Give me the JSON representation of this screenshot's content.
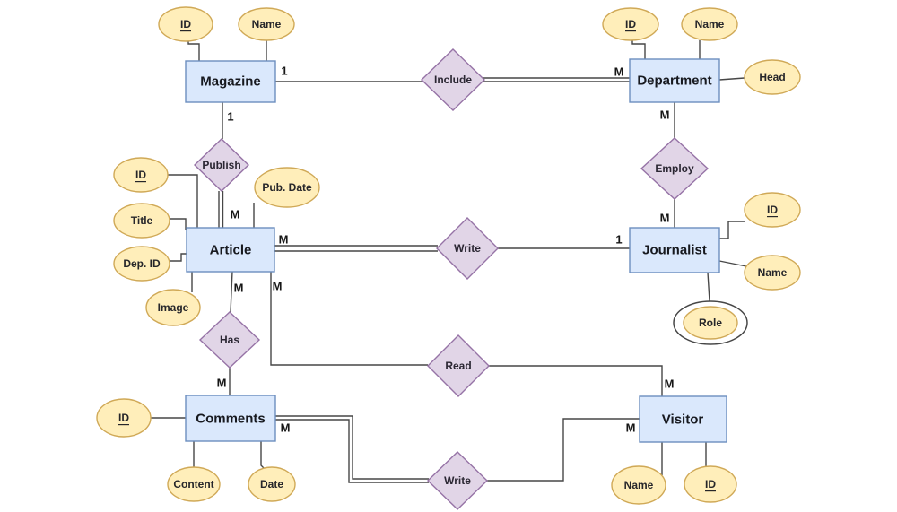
{
  "colors": {
    "background": "#ffffff",
    "entity_fill": "#dae8fc",
    "entity_stroke": "#6c8ebf",
    "relationship_fill": "#e1d5e7",
    "relationship_stroke": "#9673a6",
    "attribute_fill": "#ffeeba",
    "attribute_stroke": "#d0a957",
    "connector_line": "#474747",
    "text": "#1f1f1f"
  },
  "entities": [
    {
      "id": "magazine",
      "label": "Magazine"
    },
    {
      "id": "department",
      "label": "Department"
    },
    {
      "id": "article",
      "label": "Article"
    },
    {
      "id": "journalist",
      "label": "Journalist"
    },
    {
      "id": "comments",
      "label": "Comments"
    },
    {
      "id": "visitor",
      "label": "Visitor"
    }
  ],
  "relationships": [
    {
      "id": "include",
      "label": "Include",
      "between": [
        "Magazine",
        "Department"
      ],
      "cardinality": "1:M",
      "total_participation_side": "Department"
    },
    {
      "id": "publish",
      "label": "Publish",
      "between": [
        "Magazine",
        "Article"
      ],
      "cardinality": "1:M",
      "total_participation_side": "Article"
    },
    {
      "id": "employ",
      "label": "Employ",
      "between": [
        "Department",
        "Journalist"
      ],
      "cardinality": "M:M",
      "total_participation_side": null
    },
    {
      "id": "write-article",
      "label": "Write",
      "between": [
        "Article",
        "Journalist"
      ],
      "cardinality": "M:1",
      "total_participation_side": "Article"
    },
    {
      "id": "has",
      "label": "Has",
      "between": [
        "Article",
        "Comments"
      ],
      "cardinality": "M:M",
      "total_participation_side": null
    },
    {
      "id": "read",
      "label": "Read",
      "between": [
        "Article",
        "Visitor"
      ],
      "cardinality": "M:M",
      "total_participation_side": null
    },
    {
      "id": "write-comment",
      "label": "Write",
      "between": [
        "Comments",
        "Visitor"
      ],
      "cardinality": "M:M",
      "total_participation_side": "Comments"
    }
  ],
  "attributes": [
    {
      "id": "magazine-id",
      "entity": "Magazine",
      "label": "ID",
      "key": true
    },
    {
      "id": "magazine-name",
      "entity": "Magazine",
      "label": "Name"
    },
    {
      "id": "department-id",
      "entity": "Department",
      "label": "ID",
      "key": true
    },
    {
      "id": "department-name",
      "entity": "Department",
      "label": "Name"
    },
    {
      "id": "department-head",
      "entity": "Department",
      "label": "Head"
    },
    {
      "id": "article-id",
      "entity": "Article",
      "label": "ID",
      "key": true
    },
    {
      "id": "article-title",
      "entity": "Article",
      "label": "Title"
    },
    {
      "id": "article-depid",
      "entity": "Article",
      "label": "Dep. ID"
    },
    {
      "id": "article-image",
      "entity": "Article",
      "label": "Image"
    },
    {
      "id": "article-pubdate",
      "entity": "Article",
      "label": "Pub. Date"
    },
    {
      "id": "journalist-id",
      "entity": "Journalist",
      "label": "ID",
      "key": true
    },
    {
      "id": "journalist-name",
      "entity": "Journalist",
      "label": "Name"
    },
    {
      "id": "journalist-role",
      "entity": "Journalist",
      "label": "Role",
      "multivalued": true
    },
    {
      "id": "comments-id",
      "entity": "Comments",
      "label": "ID",
      "key": true
    },
    {
      "id": "comments-content",
      "entity": "Comments",
      "label": "Content"
    },
    {
      "id": "comments-date",
      "entity": "Comments",
      "label": "Date"
    },
    {
      "id": "visitor-name",
      "entity": "Visitor",
      "label": "Name"
    },
    {
      "id": "visitor-id",
      "entity": "Visitor",
      "label": "ID",
      "key": true
    }
  ],
  "cardinality_labels": [
    {
      "edge": "Magazine-Include",
      "text": "1"
    },
    {
      "edge": "Include-Department",
      "text": "M"
    },
    {
      "edge": "Magazine-Publish",
      "text": "1"
    },
    {
      "edge": "Publish-Article",
      "text": "M"
    },
    {
      "edge": "Department-Employ",
      "text": "M"
    },
    {
      "edge": "Employ-Journalist",
      "text": "M"
    },
    {
      "edge": "Article-Write",
      "text": "M"
    },
    {
      "edge": "Write-Journalist",
      "text": "1"
    },
    {
      "edge": "Article-Has",
      "text": "M"
    },
    {
      "edge": "Article-Read",
      "text": "M"
    },
    {
      "edge": "Has-Comments",
      "text": "M"
    },
    {
      "edge": "Read-Visitor",
      "text": "M"
    },
    {
      "edge": "Comments-Write",
      "text": "M"
    },
    {
      "edge": "Write-Visitor",
      "text": "M"
    }
  ]
}
